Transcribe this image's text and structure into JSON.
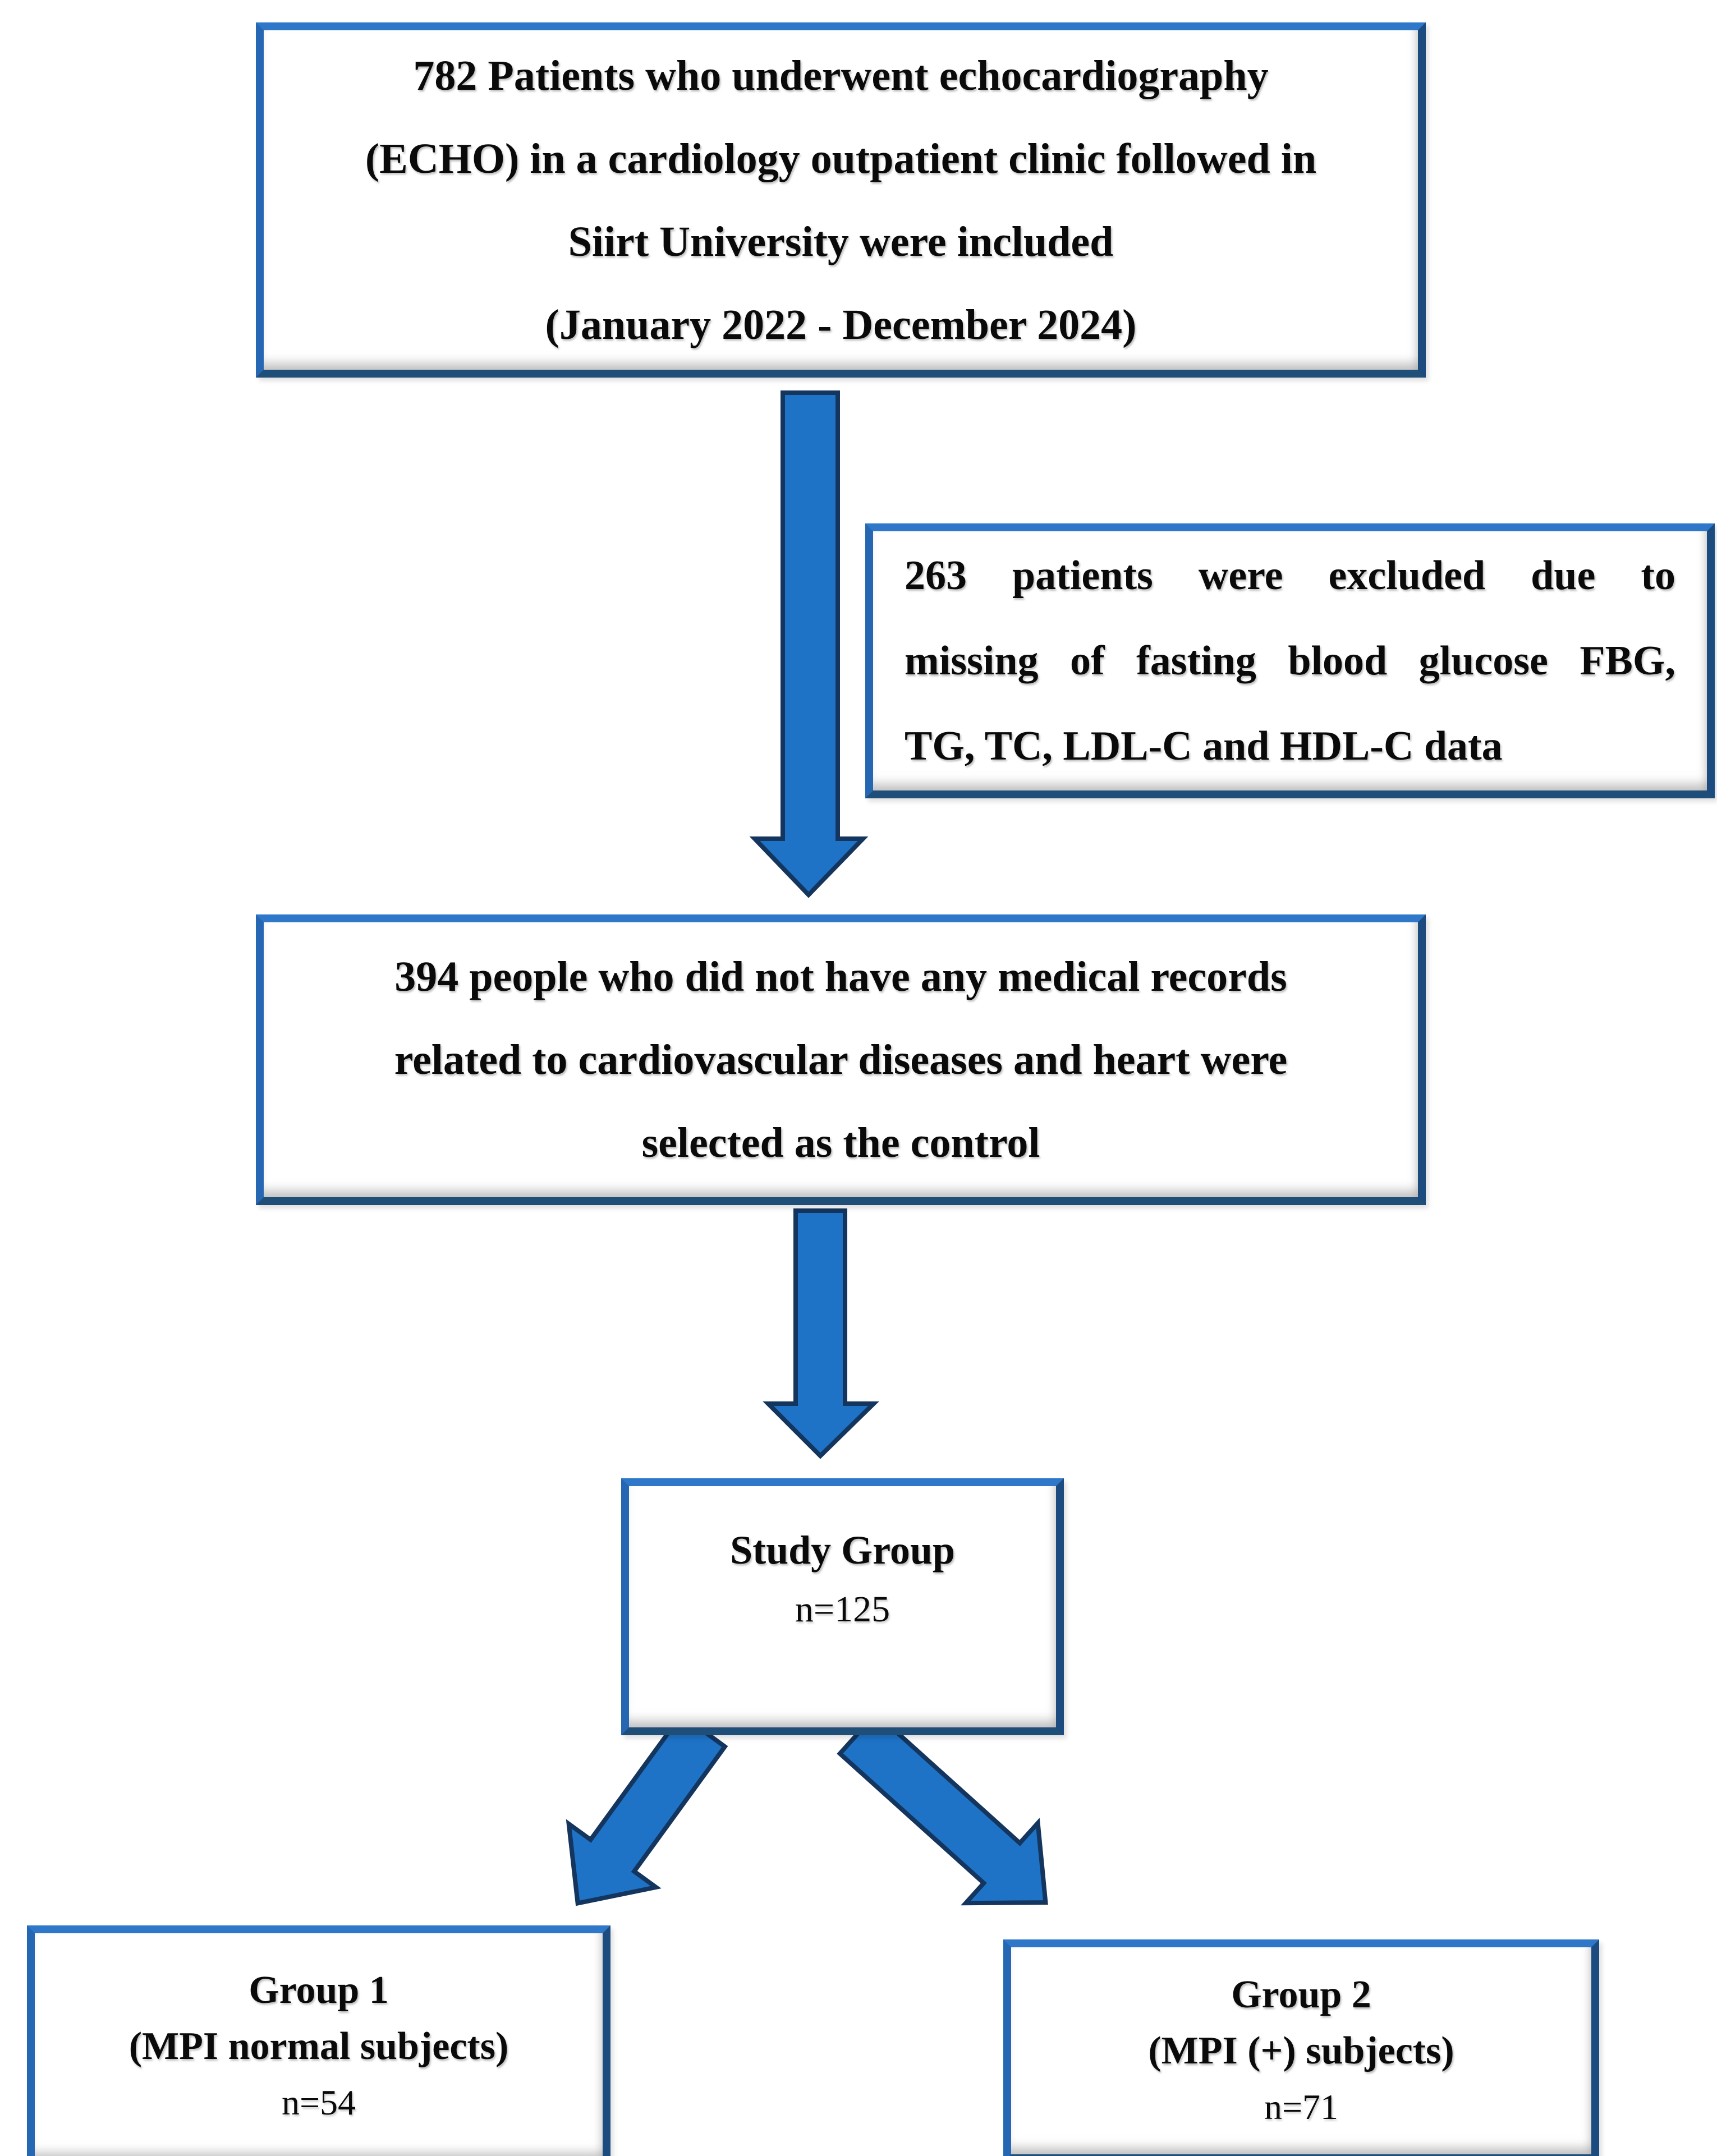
{
  "colors": {
    "arrow_fill": "#1E73C6",
    "arrow_stroke": "#14355E",
    "box_border_light": "#2E77C9",
    "box_border_left": "#2667B4",
    "box_border_right": "#1B4B7F",
    "box_border_dark": "#1F4E79",
    "background": "#FFFFFF",
    "text": "#0A0A0A"
  },
  "boxes": {
    "inclusion": {
      "lines": [
        "782 Patients who underwent echocardiography",
        "(ECHO) in a cardiology outpatient clinic followed in",
        "Siirt University were included",
        "(January 2022 - December 2024)"
      ]
    },
    "exclusion": {
      "justified_lines": [
        "263 patients were excluded due to",
        "missing of fasting blood glucose FBG,"
      ],
      "last_line": "TG, TC, LDL-C and HDL-C data"
    },
    "control": {
      "lines": [
        "394 people who did not have any medical records",
        "related to cardiovascular diseases and heart were",
        "selected as the control"
      ]
    },
    "study": {
      "title": "Study Group",
      "count": "n=125"
    },
    "group1": {
      "title": "Group 1",
      "subtitle": "(MPI normal subjects)",
      "count": "n=54"
    },
    "group2": {
      "title": "Group 2",
      "subtitle": "(MPI (+) subjects)",
      "count": "n=71"
    }
  },
  "arrows": {
    "top_to_control": "down-arrow",
    "control_to_study": "down-arrow",
    "study_to_group1": "down-left-arrow",
    "study_to_group2": "down-right-arrow"
  }
}
